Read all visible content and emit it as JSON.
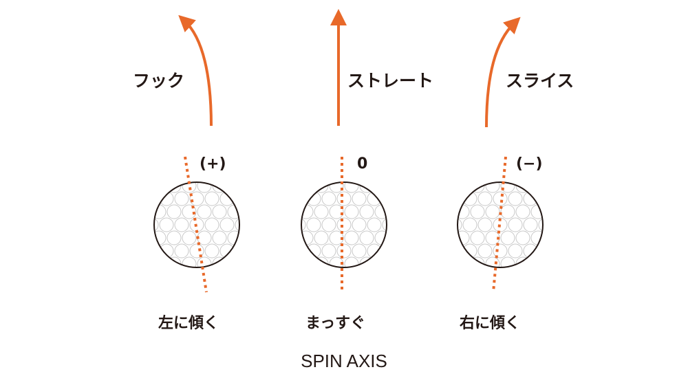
{
  "colors": {
    "accent": "#e8692a",
    "ink": "#231815",
    "dimple": "#c8c8c8"
  },
  "columns": [
    {
      "shot": "フック",
      "sign": "(+)",
      "tilt": "左に傾く"
    },
    {
      "shot": "ストレート",
      "sign": "0",
      "tilt": "まっすぐ"
    },
    {
      "shot": "スライス",
      "sign": "(−)",
      "tilt": "右に傾く"
    }
  ],
  "title": "SPIN AXIS"
}
